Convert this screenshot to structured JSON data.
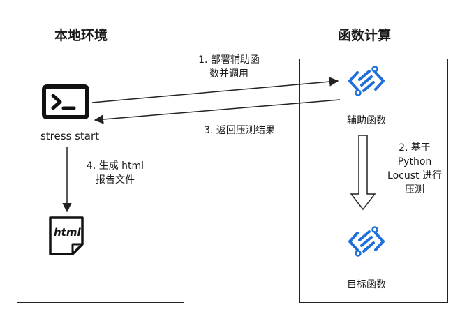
{
  "local_env": {
    "title": "本地环境",
    "command": "stress start",
    "file_label": "html"
  },
  "function_compute": {
    "title": "函数计算",
    "helper_label": "辅助函数",
    "target_label": "目标函数"
  },
  "steps": {
    "deploy": [
      "1. 部署辅助函",
      "数并调用"
    ],
    "return": "3. 返回压测结果",
    "locust": [
      "2. 基于",
      "Python",
      "Locust 进行",
      "压测"
    ],
    "report": [
      "4. 生成 html",
      "报告文件"
    ]
  },
  "icons": {
    "terminal": "terminal-icon",
    "html_file": "html-file-icon",
    "helper_fn": "function-compute-icon",
    "target_fn": "function-compute-icon"
  },
  "colors": {
    "fc_blue": "#1e6fd9",
    "line": "#222222"
  }
}
